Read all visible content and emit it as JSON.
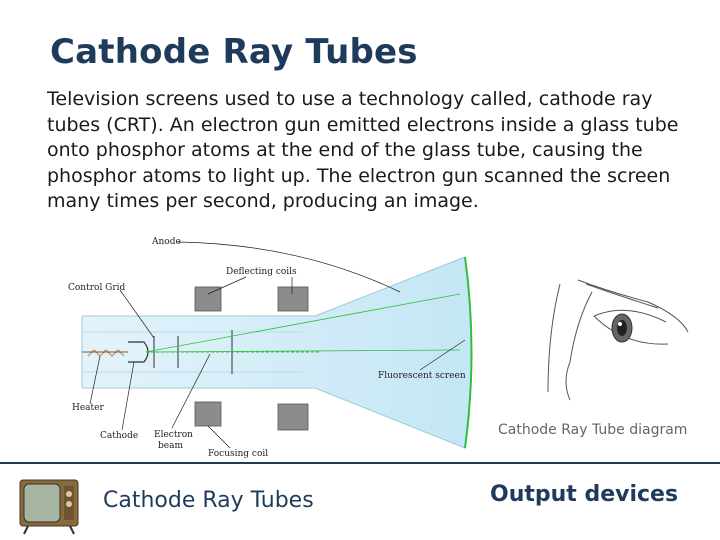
{
  "slide": {
    "title": "Cathode Ray Tubes",
    "body": "Television screens used to use a technology called, cathode ray tubes (CRT). An electron gun emitted electrons inside a glass tube onto phosphor atoms at the end of the glass tube, causing the phosphor atoms to light up. The electron gun scanned the screen many times per second, producing an image.",
    "caption": "Cathode Ray Tube diagram"
  },
  "diagram": {
    "labels": {
      "anode": "Anode",
      "deflecting_coils": "Deflecting coils",
      "control_grid": "Control Grid",
      "fluorescent_screen": "Fluorescent screen",
      "heater": "Heater",
      "cathode": "Cathode",
      "electron_beam_1": "Electron",
      "electron_beam_2": "beam",
      "focusing_coil": "Focusing coil"
    }
  },
  "footer": {
    "left_label": "Cathode Ray Tubes",
    "right_label": "Output devices"
  },
  "colors": {
    "title": "#1f3b5c",
    "tube_glass": "#d6eef8",
    "coil": "#8c8c8c",
    "screen_glow": "#2fbf3a"
  },
  "icons": {
    "tv": "vintage-television-icon",
    "eye": "eye-sketch-icon"
  }
}
